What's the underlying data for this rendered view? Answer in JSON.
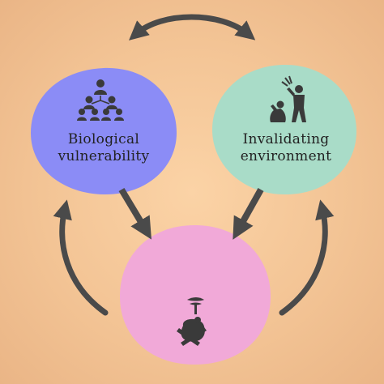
{
  "nodes": {
    "biological": {
      "line1": "Biological",
      "line2": "vulnerability",
      "color": "#8b8cf6",
      "icon": "hierarchy-people-icon"
    },
    "environment": {
      "line1": "Invalidating",
      "line2": "environment",
      "color": "#a9dcc8",
      "icon": "abuse-scene-icon"
    },
    "outcome": {
      "color": "#f1a9d8",
      "icon": "distressed-person-icon"
    }
  },
  "colors": {
    "arrow": "#4a4a4a",
    "icon": "#3a3a3a",
    "background": "#f3c495"
  }
}
